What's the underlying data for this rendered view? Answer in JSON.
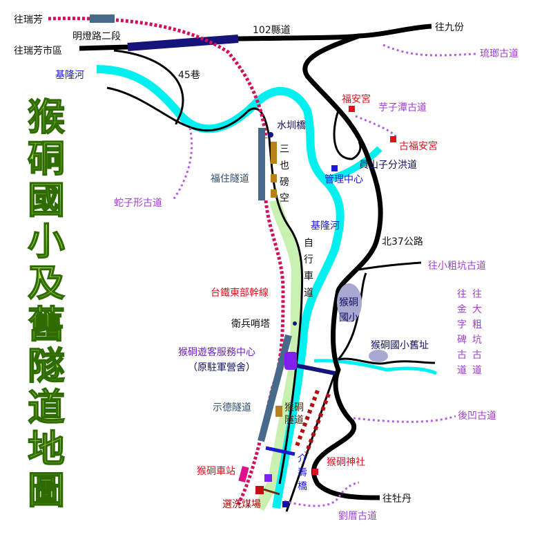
{
  "title": [
    "猴",
    "硐",
    "國",
    "小",
    "及",
    "舊",
    "隧",
    "道",
    "地",
    "圖"
  ],
  "labels": {
    "to_ruifang": "往瑞芳",
    "mingdeng_rd": "明燈路二段",
    "to_ruifang_city": "往瑞芳市區",
    "county_rd_102": "102縣道",
    "to_jiufen": "往九份",
    "liulang_trail": "琉瑯古道",
    "keelung_river_1": "基隆河",
    "lane_45": "45巷",
    "fuan_temple": "福安宮",
    "yuzitan_trail": "芋子潭古道",
    "shuizun_bridge": "水圳橋",
    "old_fuan_temple": "古福安宮",
    "yuanshanzi_channel": "員山子分洪道",
    "sanye_tunnel": [
      "三",
      "也",
      "磅",
      "空"
    ],
    "fuzhu_tunnel": "福住隧道",
    "management_center": "管理中心",
    "shezixing_trail": "蛇子形古道",
    "keelung_river_2": "基隆河",
    "north37_rd": "北37公路",
    "bike_path": [
      "自",
      "行",
      "車",
      "道"
    ],
    "to_xiaocukeng_trail": "往小粗坑古道",
    "tra_east_line": "台鐵東部幹線",
    "houtong_school": [
      "猴硐",
      "國小"
    ],
    "sentry_tower": "衛兵哨塔",
    "old_school_site": "猴硐國小舊址",
    "visitor_center": "猴硐遊客服務中心",
    "visitor_center_note": "（原駐軍營舍）",
    "to_jinzibei_trail": [
      "往",
      "金",
      "字",
      "碑",
      "古",
      "道"
    ],
    "to_dacukeng_trail": [
      "往",
      "大",
      "粗",
      "坑",
      "古",
      "道"
    ],
    "shide_tunnel": "示德隧道",
    "houtong_tunnel": [
      "猴硐",
      "隧道"
    ],
    "houao_trail": "後凹古道",
    "houtong_station": "猴硐車站",
    "jieshou_bridge": [
      "介",
      "壽",
      "橋"
    ],
    "houtong_shrine": "猴硐神社",
    "to_mudan": "往牡丹",
    "coal_plant": "選洗煤場",
    "liucuo_trail": "劉厝古道"
  },
  "colors": {
    "river": "#00f0f0",
    "road": "#000000",
    "railway": "#d0105a",
    "trail": "#b060e0",
    "tunnel": "#476a8a",
    "title_green": "#8ad400"
  }
}
